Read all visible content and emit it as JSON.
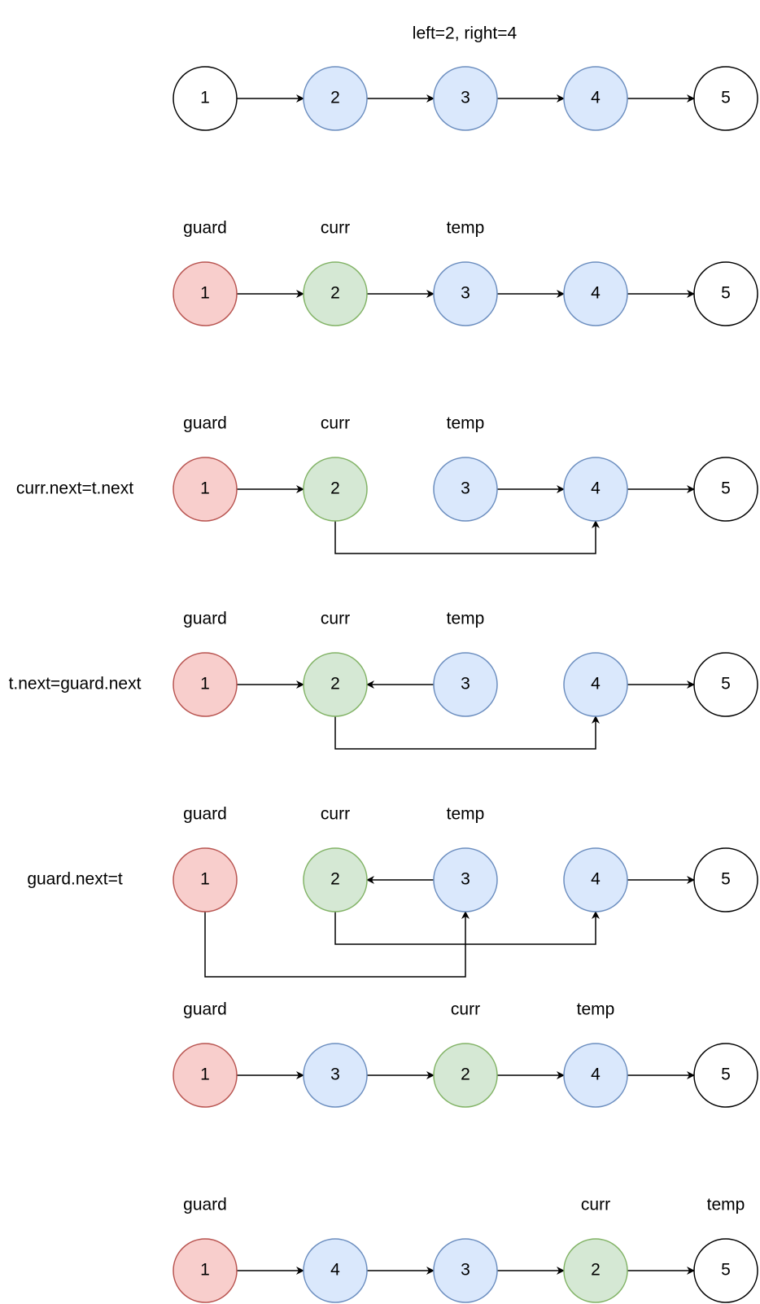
{
  "title": "left=2, right=4",
  "colors": {
    "default": {
      "fill": "#ffffff",
      "stroke": "#000000"
    },
    "blue": {
      "fill": "#dae8fc",
      "stroke": "#6c8ebf"
    },
    "red": {
      "fill": "#f8cecc",
      "stroke": "#b85450"
    },
    "green": {
      "fill": "#d5e8d4",
      "stroke": "#82b366"
    }
  },
  "rows": [
    {
      "op": "",
      "pointers": [
        "",
        "",
        "",
        "",
        ""
      ],
      "nodes": [
        {
          "value": "1",
          "color": "default"
        },
        {
          "value": "2",
          "color": "blue"
        },
        {
          "value": "3",
          "color": "blue"
        },
        {
          "value": "4",
          "color": "blue"
        },
        {
          "value": "5",
          "color": "default"
        }
      ],
      "links": [
        [
          0,
          1
        ],
        [
          1,
          2
        ],
        [
          2,
          3
        ],
        [
          3,
          4
        ]
      ]
    },
    {
      "op": "",
      "pointers": [
        "guard",
        "curr",
        "temp",
        "",
        ""
      ],
      "nodes": [
        {
          "value": "1",
          "color": "red"
        },
        {
          "value": "2",
          "color": "green"
        },
        {
          "value": "3",
          "color": "blue"
        },
        {
          "value": "4",
          "color": "blue"
        },
        {
          "value": "5",
          "color": "default"
        }
      ],
      "links": [
        [
          0,
          1
        ],
        [
          1,
          2
        ],
        [
          2,
          3
        ],
        [
          3,
          4
        ]
      ]
    },
    {
      "op": "curr.next=t.next",
      "pointers": [
        "guard",
        "curr",
        "temp",
        "",
        ""
      ],
      "nodes": [
        {
          "value": "1",
          "color": "red"
        },
        {
          "value": "2",
          "color": "green"
        },
        {
          "value": "3",
          "color": "blue"
        },
        {
          "value": "4",
          "color": "blue"
        },
        {
          "value": "5",
          "color": "default"
        }
      ],
      "links": [
        [
          0,
          1
        ],
        [
          2,
          3
        ],
        [
          3,
          4
        ]
      ],
      "bypass": [
        {
          "from": 1,
          "to": 3,
          "level": 1
        }
      ]
    },
    {
      "op": "t.next=guard.next",
      "pointers": [
        "guard",
        "curr",
        "temp",
        "",
        ""
      ],
      "nodes": [
        {
          "value": "1",
          "color": "red"
        },
        {
          "value": "2",
          "color": "green"
        },
        {
          "value": "3",
          "color": "blue"
        },
        {
          "value": "4",
          "color": "blue"
        },
        {
          "value": "5",
          "color": "default"
        }
      ],
      "links": [
        [
          0,
          1
        ],
        [
          2,
          1
        ],
        [
          3,
          4
        ]
      ],
      "bypass": [
        {
          "from": 1,
          "to": 3,
          "level": 1
        }
      ]
    },
    {
      "op": "guard.next=t",
      "pointers": [
        "guard",
        "curr",
        "temp",
        "",
        ""
      ],
      "nodes": [
        {
          "value": "1",
          "color": "red"
        },
        {
          "value": "2",
          "color": "green"
        },
        {
          "value": "3",
          "color": "blue"
        },
        {
          "value": "4",
          "color": "blue"
        },
        {
          "value": "5",
          "color": "default"
        }
      ],
      "links": [
        [
          2,
          1
        ],
        [
          3,
          4
        ]
      ],
      "bypass": [
        {
          "from": 1,
          "to": 3,
          "level": 1
        },
        {
          "from": 0,
          "to": 2,
          "level": 2
        }
      ]
    },
    {
      "op": "",
      "pointers": [
        "guard",
        "",
        "curr",
        "temp",
        ""
      ],
      "nodes": [
        {
          "value": "1",
          "color": "red"
        },
        {
          "value": "3",
          "color": "blue"
        },
        {
          "value": "2",
          "color": "green"
        },
        {
          "value": "4",
          "color": "blue"
        },
        {
          "value": "5",
          "color": "default"
        }
      ],
      "links": [
        [
          0,
          1
        ],
        [
          1,
          2
        ],
        [
          2,
          3
        ],
        [
          3,
          4
        ]
      ]
    },
    {
      "op": "",
      "pointers": [
        "guard",
        "",
        "",
        "curr",
        "temp"
      ],
      "nodes": [
        {
          "value": "1",
          "color": "red"
        },
        {
          "value": "4",
          "color": "blue"
        },
        {
          "value": "3",
          "color": "blue"
        },
        {
          "value": "2",
          "color": "green"
        },
        {
          "value": "5",
          "color": "default"
        }
      ],
      "links": [
        [
          0,
          1
        ],
        [
          1,
          2
        ],
        [
          2,
          3
        ],
        [
          3,
          4
        ]
      ]
    }
  ]
}
